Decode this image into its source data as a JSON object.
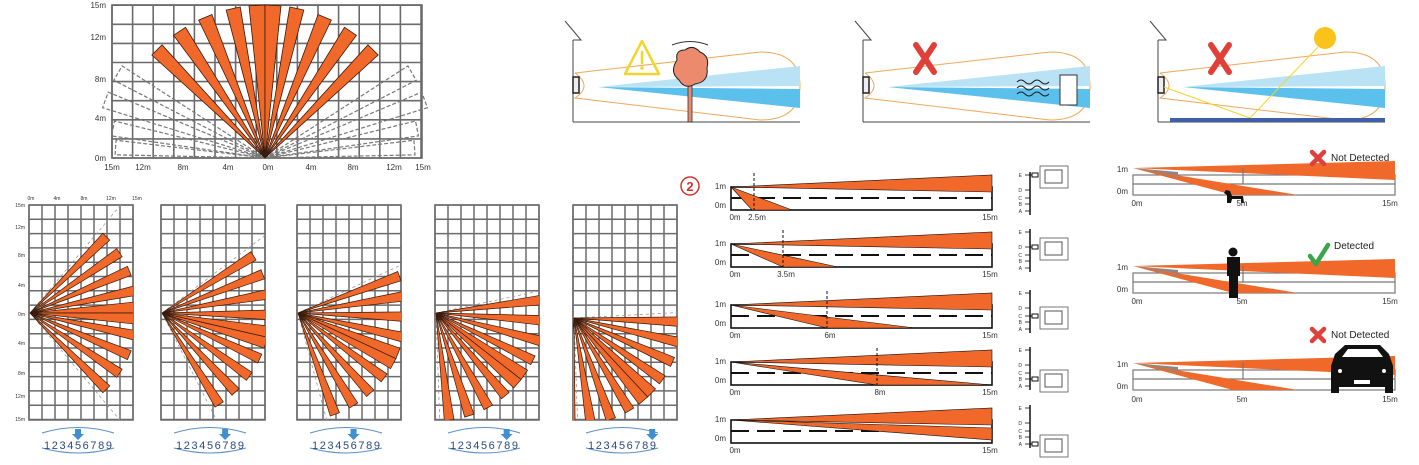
{
  "colors": {
    "beam": "#f0682a",
    "beam_stroke": "#3a1a0a",
    "grid": "#6b6b6b",
    "blue": "#5bc0eb",
    "light_blue": "#b9e2f5",
    "zone_outline": "#f0a85a",
    "warning": "#f1d52a",
    "red_x": "#e0403a",
    "green_check": "#3aa64a",
    "sun": "#f9c31b",
    "water": "#3f5fa8",
    "tree": "#ec8a6e",
    "dial_arrow": "#3f8fd1"
  },
  "top_fan": {
    "y_labels": [
      "15m",
      "12m",
      "8m",
      "4m",
      "0m"
    ],
    "x_labels": [
      "15m",
      "12m",
      "8m",
      "4m",
      "0m",
      "4m",
      "8m",
      "12m",
      "15m"
    ],
    "beam_angles_deg": [
      -45,
      -34,
      -23,
      -12,
      -3,
      3,
      12,
      23,
      34,
      45
    ],
    "dashed_beam_angles_deg": [
      -86,
      -79,
      -70,
      -60,
      60,
      70,
      79,
      86
    ]
  },
  "top_view_panels": {
    "first_panel_x_labels": [
      "0m",
      "4m",
      "8m",
      "12m",
      "15m"
    ],
    "first_panel_y_labels": [
      "15m",
      "12m",
      "8m",
      "4m",
      "0m",
      "4m",
      "8m",
      "12m",
      "15m"
    ],
    "dial_digits": "123456789",
    "panels": [
      {
        "rotation_deg": 0,
        "dial_setting": 5
      },
      {
        "rotation_deg": 13,
        "dial_setting": 7
      },
      {
        "rotation_deg": 25,
        "dial_setting": 6
      },
      {
        "rotation_deg": 38,
        "dial_setting": 8
      },
      {
        "rotation_deg": 47,
        "dial_setting": 9
      }
    ]
  },
  "scenes": [
    {
      "name": "tree-movement",
      "indicator": "warning"
    },
    {
      "name": "heater",
      "indicator": "not-allowed"
    },
    {
      "name": "sunlight-reflection",
      "indicator": "not-allowed"
    }
  ],
  "side_views": {
    "badge": "2",
    "height_labels": [
      "1m",
      "0m"
    ],
    "start_label": "0m",
    "end_label": "15m",
    "ladder_levels": [
      "E",
      "D",
      "C",
      "B",
      "A"
    ],
    "rows": [
      {
        "mounting_level": "E",
        "ground_distance_label": "2.5m"
      },
      {
        "mounting_level": "D",
        "ground_distance_label": "3.5m"
      },
      {
        "mounting_level": "C",
        "ground_distance_label": "6m"
      },
      {
        "mounting_level": "B",
        "ground_distance_label": "8m"
      },
      {
        "mounting_level": "A",
        "ground_distance_label": ""
      }
    ]
  },
  "detection_examples": {
    "height_labels": [
      "1m",
      "0m"
    ],
    "distance_labels": [
      "0m",
      "5m",
      "15m"
    ],
    "examples": [
      {
        "object": "dog",
        "result": "Not Detected",
        "detected": false
      },
      {
        "object": "person",
        "result": "Detected",
        "detected": true
      },
      {
        "object": "car",
        "result": "Not Detected",
        "detected": false
      }
    ]
  }
}
